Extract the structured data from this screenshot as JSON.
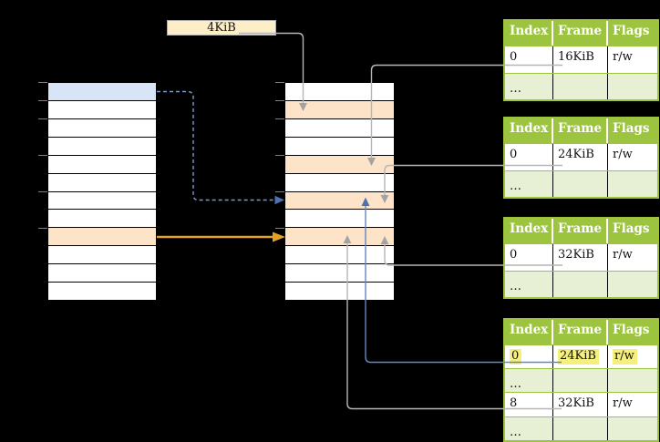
{
  "diagram": {
    "size_label": "4KiB",
    "virtual_memory": {
      "name": "virtual-memory",
      "rows": [
        "blue",
        "",
        "",
        "",
        "",
        "",
        "",
        "",
        "orange",
        "",
        "",
        ""
      ]
    },
    "physical_memory": {
      "name": "physical-memory",
      "rows": [
        "",
        "orange",
        "",
        "",
        "orange",
        "",
        "orange",
        "",
        "orange",
        "",
        "",
        ""
      ]
    },
    "tick_row_indices": [
      0,
      1,
      2,
      4,
      6,
      8
    ],
    "page_tables": [
      {
        "name": "page-table-16kib",
        "headers": [
          "Index",
          "Frame",
          "Flags"
        ],
        "rows": [
          {
            "cells": [
              "0",
              "16KiB",
              "r/w"
            ]
          },
          {
            "cells": [
              "…",
              "",
              ""
            ],
            "shaded": true
          }
        ]
      },
      {
        "name": "page-table-24kib",
        "headers": [
          "Index",
          "Frame",
          "Flags"
        ],
        "rows": [
          {
            "cells": [
              "0",
              "24KiB",
              "r/w"
            ]
          },
          {
            "cells": [
              "…",
              "",
              ""
            ],
            "shaded": true
          }
        ]
      },
      {
        "name": "page-table-32kib",
        "headers": [
          "Index",
          "Frame",
          "Flags"
        ],
        "rows": [
          {
            "cells": [
              "0",
              "32KiB",
              "r/w"
            ]
          },
          {
            "cells": [
              "…",
              "",
              ""
            ],
            "shaded": true
          }
        ]
      },
      {
        "name": "page-table-level1",
        "headers": [
          "Index",
          "Frame",
          "Flags"
        ],
        "rows": [
          {
            "cells": [
              "0",
              "24KiB",
              "r/w"
            ],
            "highlight": true
          },
          {
            "cells": [
              "…",
              "",
              ""
            ],
            "shaded": true
          },
          {
            "cells": [
              "8",
              "32KiB",
              "r/w"
            ]
          },
          {
            "cells": [
              "…",
              "",
              ""
            ],
            "shaded": true
          }
        ]
      }
    ],
    "colors": {
      "green": "#9dc43e",
      "green_light": "#e7efd4",
      "peach": "#fde3c8",
      "blue_row": "#d8e5f6",
      "cream": "#fcefc8",
      "yellow": "#f5ef7d",
      "gray_line": "#b6b6b6",
      "gray_head": "#a3a3a3",
      "blue_solid": "#6287c3",
      "blue_head": "#4d72ae",
      "blue_dash": "#7d99d1",
      "orange_arrow": "#e2a226",
      "tick": "#7f7f7f"
    }
  }
}
